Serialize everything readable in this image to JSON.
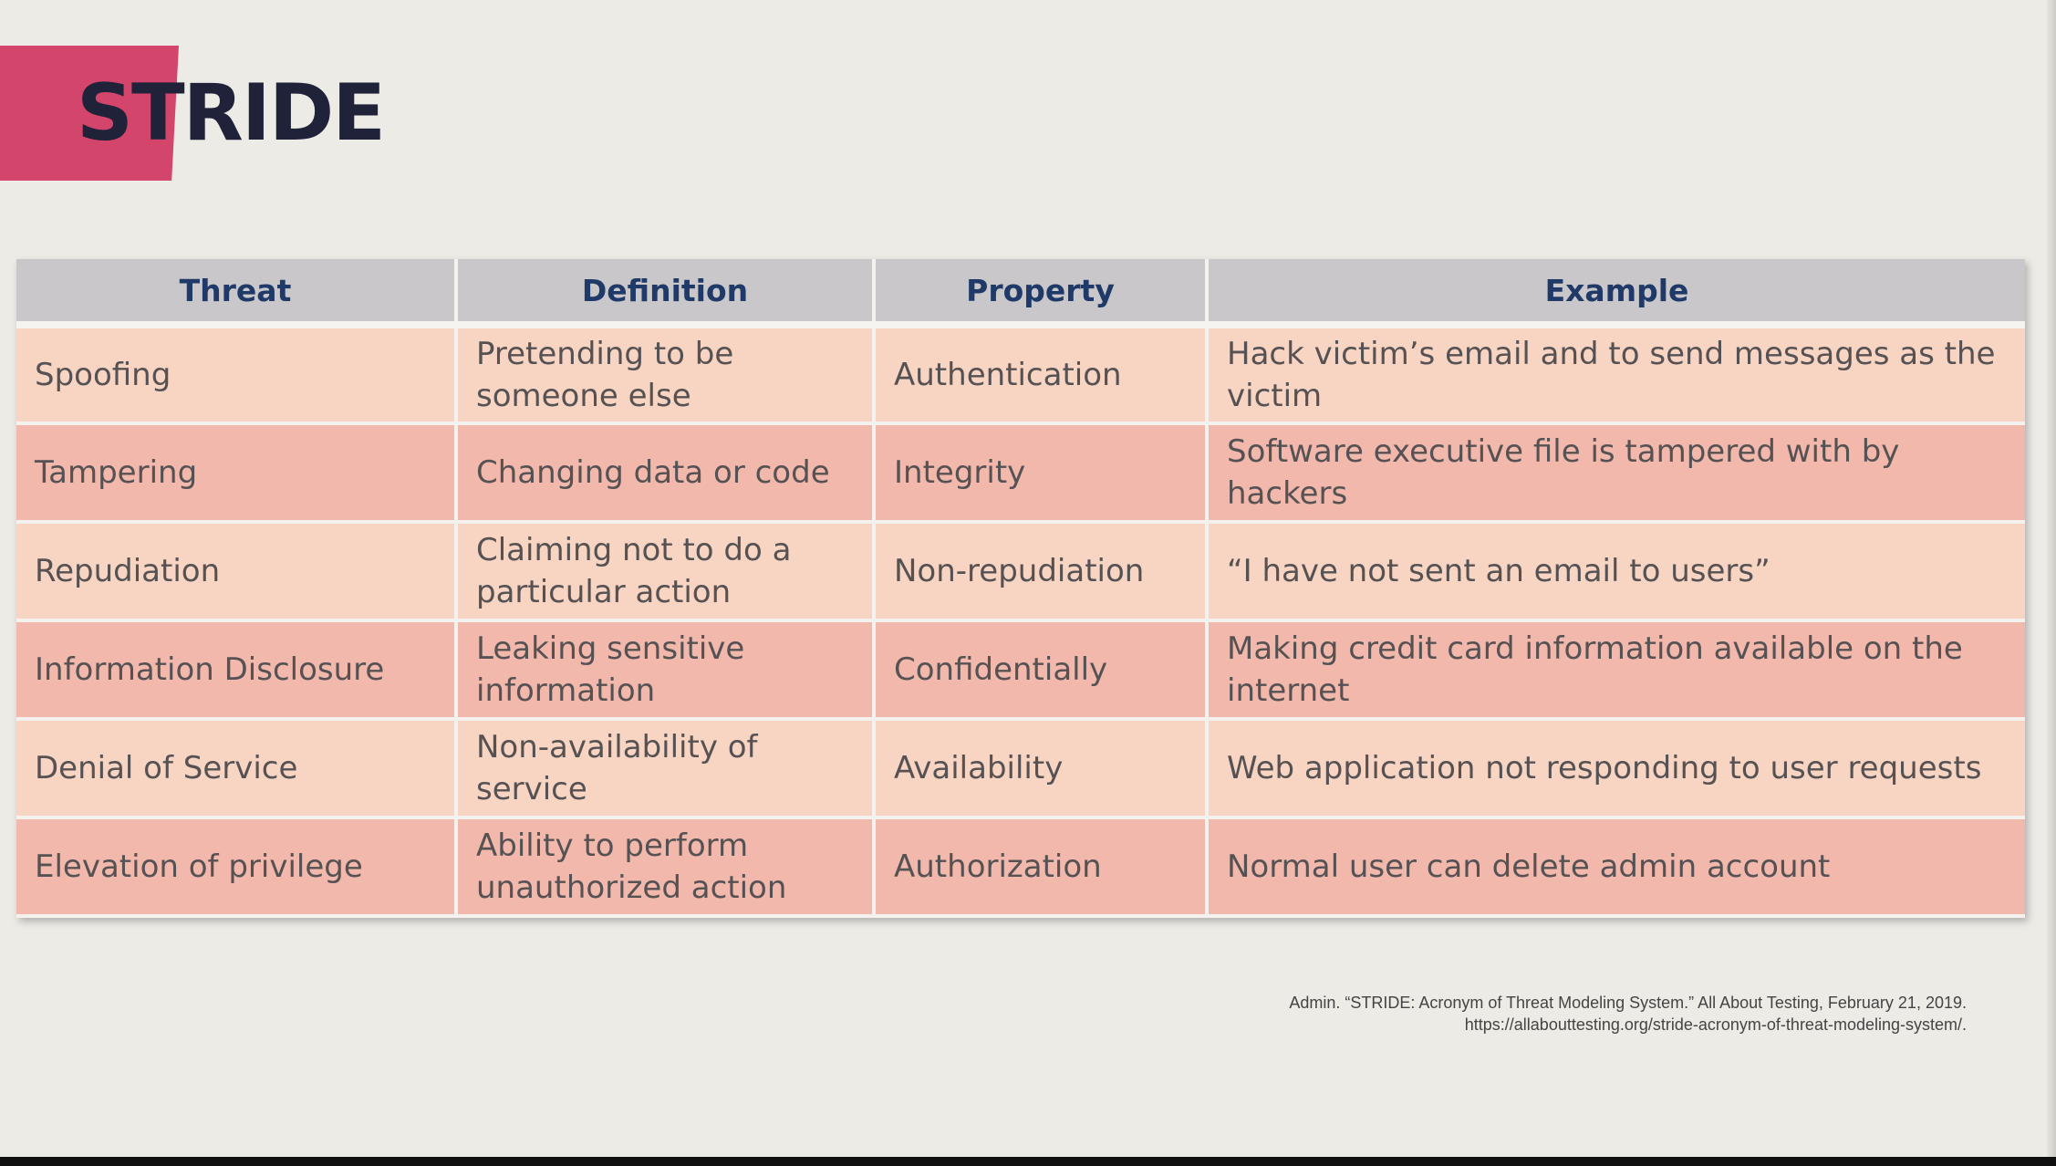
{
  "slide": {
    "title": "STRIDE",
    "accent_color": "#d4456b"
  },
  "table": {
    "headers": [
      "Threat",
      "Definition",
      "Property",
      "Example"
    ],
    "rows": [
      [
        "Spoofing",
        "Pretending to be someone else",
        "Authentication",
        "Hack victim’s email and to send messages as the victim"
      ],
      [
        "Tampering",
        "Changing data or code",
        "Integrity",
        "Software executive file is tampered with by hackers"
      ],
      [
        "Repudiation",
        "Claiming not to do a particular action",
        "Non-repudiation",
        "“I have not sent an email to users”"
      ],
      [
        "Information Disclosure",
        "Leaking sensitive information",
        "Confidentially",
        "Making credit card information available on the internet"
      ],
      [
        "Denial of Service",
        "Non-availability of service",
        "Availability",
        "Web application not responding to user requests"
      ],
      [
        "Elevation of privilege",
        "Ability to perform unauthorized action",
        "Authorization",
        "Normal user can delete admin account"
      ]
    ],
    "header_color": "#1f3a68",
    "row_colors": [
      "#f8d4c2",
      "#f2b8ac"
    ]
  },
  "citation": {
    "line1": "Admin. “STRIDE: Acronym of Threat Modeling System.” All About Testing, February 21, 2019.",
    "line2": "https://allabouttesting.org/stride-acronym-of-threat-modeling-system/."
  }
}
